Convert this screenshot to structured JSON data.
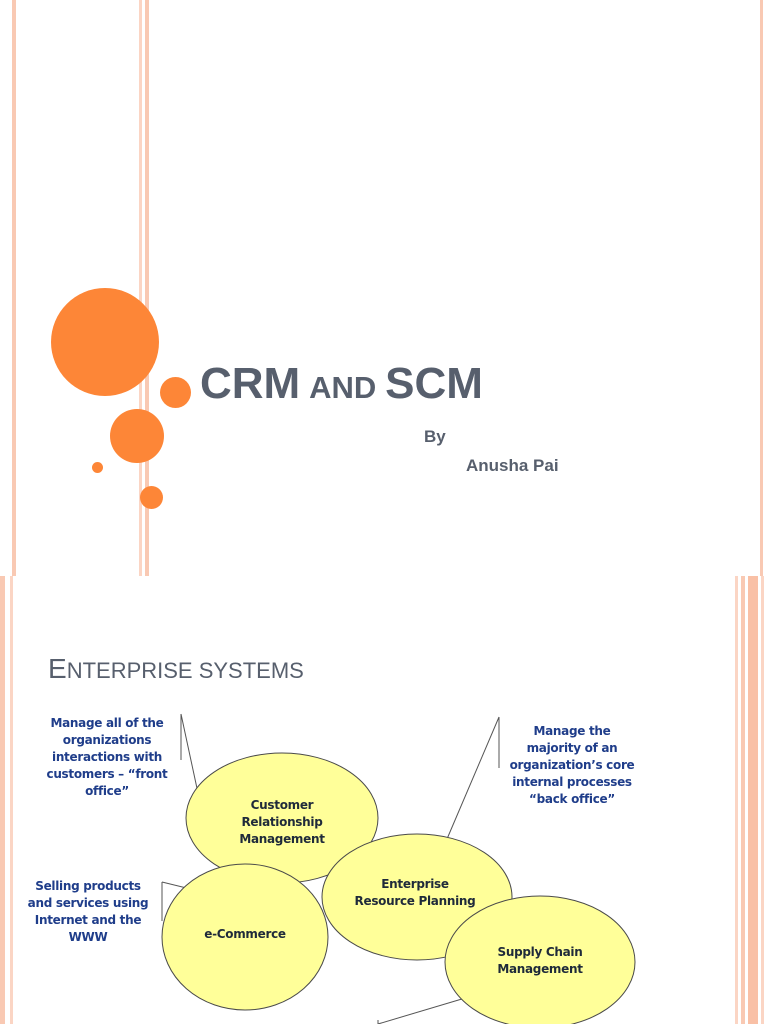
{
  "slide1": {
    "title_part1": "CRM",
    "title_part2": "and",
    "title_part3": "SCM",
    "by_label": "By",
    "author": "Anusha Pai"
  },
  "slide2": {
    "title_big": "E",
    "title_small": "nterprise systems",
    "notes": {
      "front_office": "Manage all of the organizations interactions with customers – “front office”",
      "back_office": "Manage the majority of an organization’s core internal processes “back office”",
      "selling": "Selling products and services using Internet and the WWW"
    },
    "ellipses": {
      "crm": "Customer Relationship Management",
      "erp": "Enterprise Resource Planning",
      "ecommerce": "e-Commerce",
      "scm": "Supply Chain Management"
    }
  },
  "colors": {
    "accent_orange": "#fd8637",
    "stripe_pink": "#f9c9b3",
    "title_gray": "#575f6d",
    "note_blue": "#1f3d8a",
    "ellipse_fill": "#ffff99"
  }
}
